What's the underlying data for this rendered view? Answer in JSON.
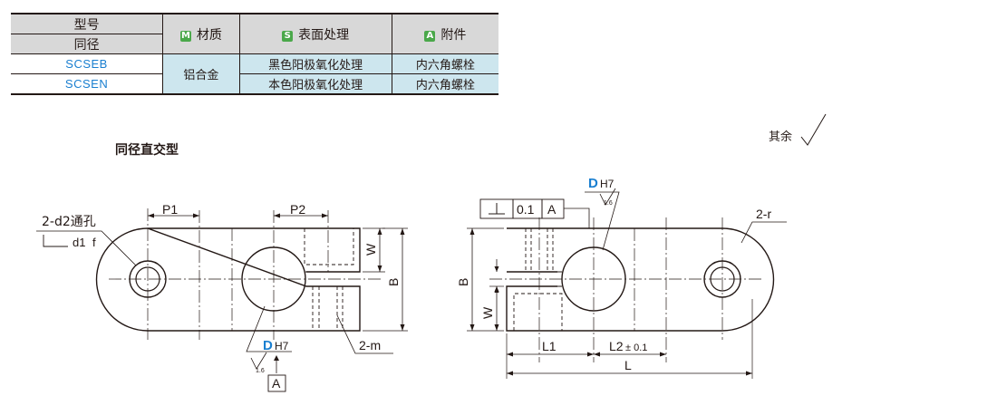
{
  "table": {
    "header": {
      "model": "型号",
      "bore": "同径",
      "material_badge": "M",
      "material": "材质",
      "surface_badge": "S",
      "surface": "表面处理",
      "accessory_badge": "A",
      "accessory": "附件"
    },
    "material_value": "铝合金",
    "rows": [
      {
        "model": "SCSEB",
        "surface": "黑色阳极氧化处理",
        "accessory": "内六角螺栓"
      },
      {
        "model": "SCSEN",
        "surface": "本色阳极氧化处理",
        "accessory": "内六角螺栓"
      }
    ]
  },
  "section_title": "同径直交型",
  "roughness_note": "其余",
  "left_view": {
    "p1": "P1",
    "p2": "P2",
    "hole_note_line1": "2-d2通孔",
    "hole_note_line2": "d1",
    "hole_note_depth": "f",
    "w": "W",
    "b": "B",
    "dh7_d": "D",
    "dh7_tol": "H7",
    "roughness": "1.6",
    "datum": "A",
    "m_note": "2-m"
  },
  "right_view": {
    "tolerance": "0.1",
    "datum": "A",
    "dh7_d": "D",
    "dh7_tol": "H7",
    "roughness": "1.6",
    "r_note": "2-r",
    "b": "B",
    "w": "W",
    "l1": "L1",
    "l2": "L2",
    "l2_tol": "± 0.1",
    "l": "L"
  },
  "colors": {
    "accent_blue": "#1a7fd0",
    "badge_green": "#4aa84a",
    "table_cyan": "#cde6ee",
    "header_gray": "#d8d8d8"
  }
}
